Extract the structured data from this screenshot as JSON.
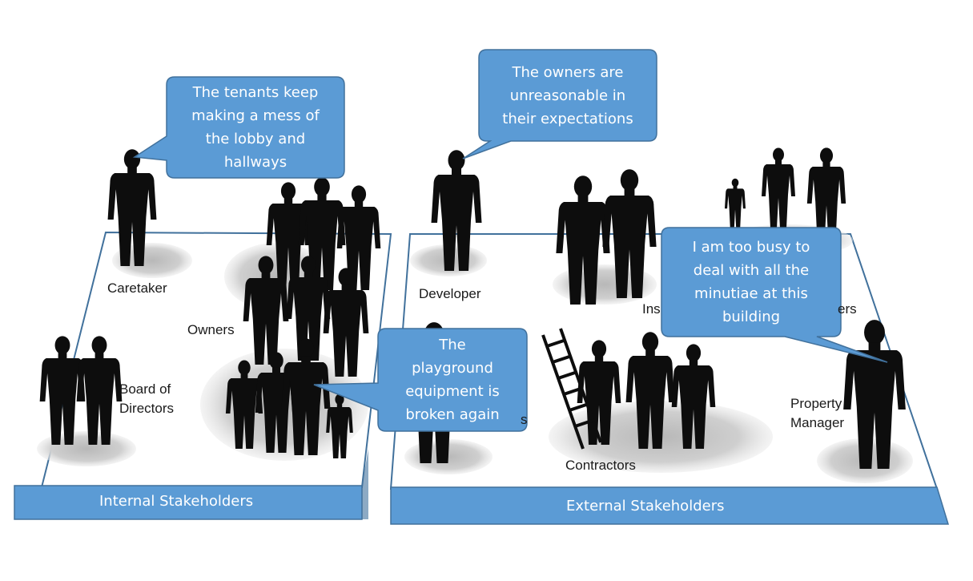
{
  "stakeholder_groups": {
    "internal": {
      "title": "Internal Stakeholders",
      "roles": {
        "caretaker": "Caretaker",
        "board": "Board of\nDirectors",
        "owners": "Owners"
      }
    },
    "external": {
      "title": "External Stakeholders",
      "roles": {
        "developer": "Developer",
        "insurers_partial": "Ins",
        "suppliers_partial": "ers",
        "tenants_partial": "s",
        "contractors": "Contractors",
        "property_manager": "Property\nManager"
      }
    }
  },
  "speech_bubbles": {
    "caretaker_quote": "The tenants keep\nmaking a mess of\nthe lobby and\nhallways",
    "developer_quote": "The owners are\nunreasonable in\ntheir expectations",
    "tenant_quote": "The\nplayground\nequipment is\nbroken again",
    "manager_quote": "I am too busy to\ndeal with all the\nminutiae at this\nbuilding"
  },
  "colors": {
    "band": "#5b9bd5",
    "band_border": "#41719c",
    "bubble": "#5b9bd5",
    "bubble_border": "#41719c",
    "platform_edge": "#41719c",
    "shadow": "#c8c8c8",
    "silhouette": "#0d0d0d"
  }
}
